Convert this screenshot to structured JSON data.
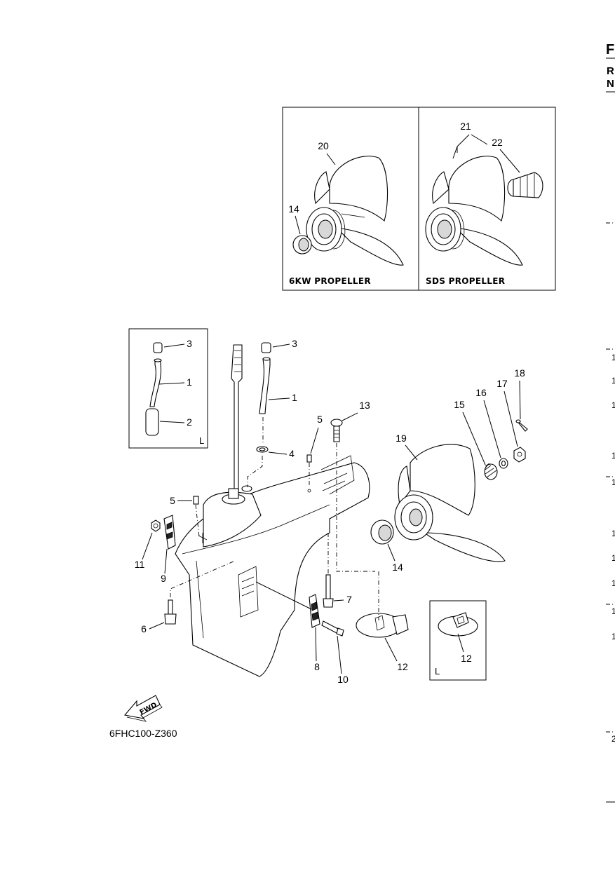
{
  "diagram": {
    "top_box": {
      "left_caption": "6KW PROPELLER",
      "right_caption": "SDS PROPELLER",
      "callouts": {
        "c20": "20",
        "c14": "14",
        "c21": "21",
        "c22": "22"
      }
    },
    "inset_left": {
      "corner_label": "L",
      "callouts": {
        "c3": "3",
        "c1": "1",
        "c2": "2"
      }
    },
    "inset_right": {
      "corner_label": "L",
      "callouts": {
        "c12": "12"
      }
    },
    "main_callouts": {
      "c3": "3",
      "c1": "1",
      "c4": "4",
      "c5a": "5",
      "c5b": "5",
      "c13": "13",
      "c6": "6",
      "c7": "7",
      "c8": "8",
      "c9": "9",
      "c10": "10",
      "c11": "11",
      "c12": "12",
      "c14": "14",
      "c15": "15",
      "c16": "16",
      "c17": "17",
      "c18": "18",
      "c19": "19"
    },
    "fwd_label": "FWD",
    "drawing_code": "6FHC100-Z360"
  },
  "right_edge": {
    "letters": [
      "F",
      "R",
      "N"
    ],
    "numbers": [
      "1",
      "1",
      "1",
      "1",
      "1",
      "1",
      "1",
      "1",
      "1",
      "1",
      "2"
    ]
  }
}
